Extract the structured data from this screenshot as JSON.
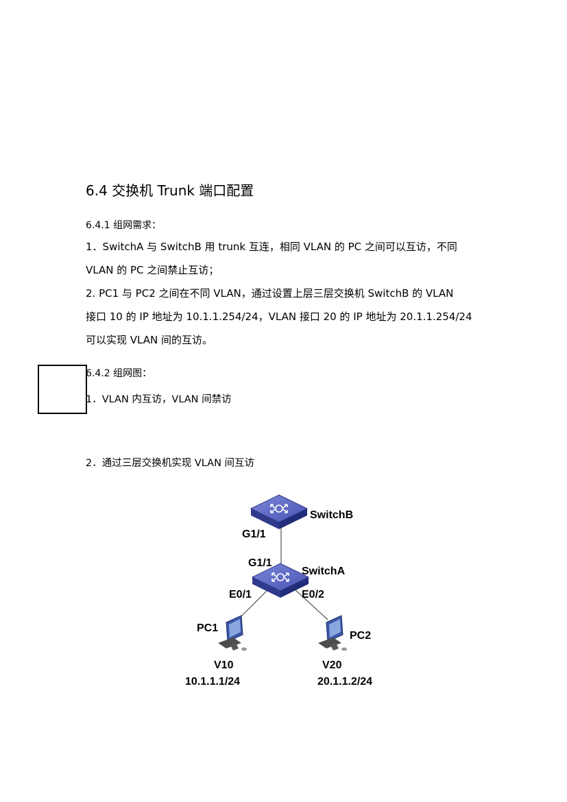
{
  "section": {
    "title": "6.4 交换机 Trunk 端口配置",
    "req_heading": "6.4.1  组网需求：",
    "req_lines": [
      "1．SwitchA 与 SwitchB 用 trunk 互连，相同 VLAN 的 PC 之间可以互访，不同",
      "VLAN 的 PC 之间禁止互访；",
      "2. PC1 与 PC2 之间在不同 VLAN，通过设置上层三层交换机 SwitchB 的 VLAN",
      "接口 10 的 IP 地址为 10.1.1.254/24，VLAN 接口 20 的 IP 地址为 20.1.1.254/24",
      "可以实现 VLAN 间的互访。"
    ],
    "diagram_heading": "6.4.2  组网图：",
    "item1": "1．VLAN 内互访，VLAN 间禁访",
    "item2": "2．通过三层交换机实现 VLAN 间互访"
  },
  "diagram": {
    "switchB": "SwitchB",
    "switchA": "SwitchA",
    "portB": "G1/1",
    "portA_up": "G1/1",
    "portA_left": "E0/1",
    "portA_right": "E0/2",
    "pc1": "PC1",
    "pc2": "PC2",
    "vlan1": "V10",
    "vlan2": "V20",
    "ip1": "10.1.1.1/24",
    "ip2": "20.1.1.2/24",
    "colors": {
      "switch_top": "#5a66c4",
      "switch_side": "#2f3a8c",
      "link": "#555555",
      "monitor": "#3b57a8"
    }
  }
}
